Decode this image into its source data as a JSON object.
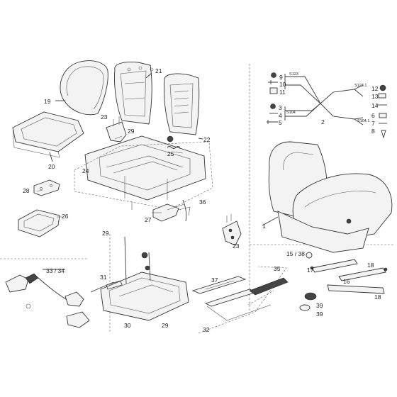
{
  "callouts": {
    "c1": "1",
    "c2": "2",
    "c3": "3",
    "c4": "4",
    "c5": "5",
    "c6": "6",
    "c7": "7",
    "c8": "8",
    "c9": "9",
    "c10": "10",
    "c11": "11",
    "c12": "12",
    "c13": "13",
    "c14": "14",
    "c15_38": "15 / 38",
    "c16": "16",
    "c17": "17",
    "c18a": "18",
    "c18b": "18",
    "c19": "19",
    "c20": "20",
    "c21": "21",
    "c22": "22",
    "c23a": "23",
    "c23b": "23",
    "c24": "24",
    "c25": "25",
    "c26": "26",
    "c27": "27",
    "c28": "28",
    "c29a": "29",
    "c29b": "29",
    "c29c": "29",
    "c30": "30",
    "c31": "31",
    "c32": "32",
    "c33_34": "33 / 34",
    "c35": "35",
    "c36": "36",
    "c37": "37",
    "c39a": "39",
    "c39b": "39"
  },
  "wiring": {
    "s123": "S123",
    "s123_1": "S123.1",
    "s104": "S104",
    "s104_1": "S104.1"
  }
}
